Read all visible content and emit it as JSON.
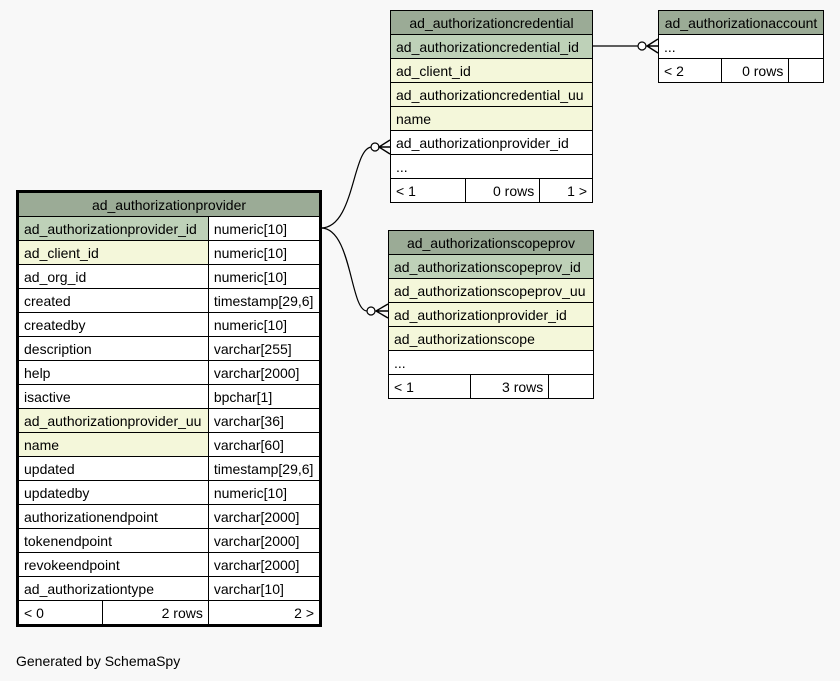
{
  "main": {
    "title": "ad_authorizationprovider",
    "columns": [
      {
        "name": "ad_authorizationprovider_id",
        "type": "numeric[10]",
        "style": "pk"
      },
      {
        "name": "ad_client_id",
        "type": "numeric[10]",
        "style": "idx"
      },
      {
        "name": "ad_org_id",
        "type": "numeric[10]",
        "style": ""
      },
      {
        "name": "created",
        "type": "timestamp[29,6]",
        "style": ""
      },
      {
        "name": "createdby",
        "type": "numeric[10]",
        "style": ""
      },
      {
        "name": "description",
        "type": "varchar[255]",
        "style": ""
      },
      {
        "name": "help",
        "type": "varchar[2000]",
        "style": ""
      },
      {
        "name": "isactive",
        "type": "bpchar[1]",
        "style": ""
      },
      {
        "name": "ad_authorizationprovider_uu",
        "type": "varchar[36]",
        "style": "idx"
      },
      {
        "name": "name",
        "type": "varchar[60]",
        "style": "idx"
      },
      {
        "name": "updated",
        "type": "timestamp[29,6]",
        "style": ""
      },
      {
        "name": "updatedby",
        "type": "numeric[10]",
        "style": ""
      },
      {
        "name": "authorizationendpoint",
        "type": "varchar[2000]",
        "style": ""
      },
      {
        "name": "tokenendpoint",
        "type": "varchar[2000]",
        "style": ""
      },
      {
        "name": "revokeendpoint",
        "type": "varchar[2000]",
        "style": ""
      },
      {
        "name": "ad_authorizationtype",
        "type": "varchar[10]",
        "style": ""
      }
    ],
    "footer": {
      "parents": "< 0",
      "rows": "2 rows",
      "children": "2 >"
    }
  },
  "credential": {
    "title": "ad_authorizationcredential",
    "columns": [
      {
        "name": "ad_authorizationcredential_id",
        "style": "pk"
      },
      {
        "name": "ad_client_id",
        "style": "idx"
      },
      {
        "name": "ad_authorizationcredential_uu",
        "style": "idx"
      },
      {
        "name": "name",
        "style": "idx"
      },
      {
        "name": "ad_authorizationprovider_id",
        "style": ""
      },
      {
        "name": "...",
        "style": ""
      }
    ],
    "footer": {
      "parents": "< 1",
      "rows": "0 rows",
      "children": "1 >"
    }
  },
  "account": {
    "title": "ad_authorizationaccount",
    "columns": [
      {
        "name": "...",
        "style": ""
      }
    ],
    "footer": {
      "parents": "< 2",
      "rows": "0 rows",
      "children": ""
    }
  },
  "scopeprov": {
    "title": "ad_authorizationscopeprov",
    "columns": [
      {
        "name": "ad_authorizationscopeprov_id",
        "style": "pk"
      },
      {
        "name": "ad_authorizationscopeprov_uu",
        "style": "idx"
      },
      {
        "name": "ad_authorizationprovider_id",
        "style": "idx"
      },
      {
        "name": "ad_authorizationscope",
        "style": "idx"
      },
      {
        "name": "...",
        "style": ""
      }
    ],
    "footer": {
      "parents": "< 1",
      "rows": "3 rows",
      "children": ""
    }
  },
  "generated_by": "Generated by SchemaSpy",
  "colors": {
    "header": "#9bab96",
    "primary_key": "#bed1b8",
    "indexed": "#f4f7da"
  }
}
